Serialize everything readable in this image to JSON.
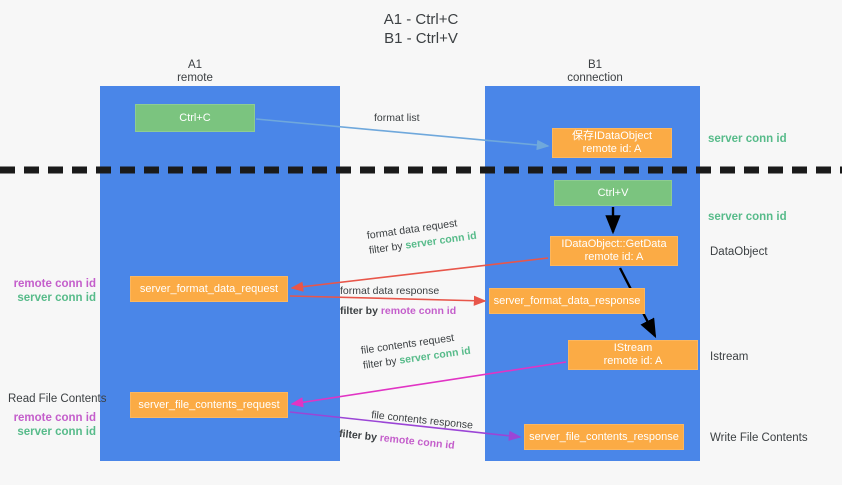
{
  "title": {
    "line1": "A1 - Ctrl+C",
    "line2": "B1 - Ctrl+V"
  },
  "columns": {
    "a1": {
      "name": "A1",
      "role": "remote"
    },
    "b1": {
      "name": "B1",
      "role": "connection"
    }
  },
  "boxes": {
    "ctrl_c": {
      "label": "Ctrl+C",
      "color": "#7bc47f"
    },
    "idataobject": {
      "line1": "保存IDataObject",
      "line2": "remote id: A",
      "color": "#fbab45"
    },
    "ctrl_v": {
      "label": "Ctrl+V",
      "color": "#7bc47f"
    },
    "getdata": {
      "line1": "IDataObject::GetData",
      "line2": "remote id: A",
      "color": "#fbab45"
    },
    "server_format_data_request": {
      "label": "server_format_data_request",
      "color": "#fbab45"
    },
    "server_format_data_response": {
      "label": "server_format_data_response",
      "color": "#fbab45"
    },
    "istream": {
      "line1": "IStream",
      "line2": "remote id: A",
      "color": "#fbab45"
    },
    "server_file_contents_request": {
      "label": "server_file_contents_request",
      "color": "#fbab45"
    },
    "server_file_contents_response": {
      "label": "server_file_contents_response",
      "color": "#fbab45"
    }
  },
  "right_labels": {
    "server_conn_id_1": "server conn id",
    "server_conn_id_2": "server conn id",
    "dataobject": "DataObject",
    "istream": "Istream",
    "write_file_contents": "Write File Contents"
  },
  "left_labels": {
    "remote_conn_id_1": "remote conn id",
    "server_conn_id_1": "server conn id",
    "read_file_contents": "Read File Contents",
    "remote_conn_id_2": "remote conn id",
    "server_conn_id_2": "server conn id"
  },
  "arrow_labels": {
    "format_list": "format list",
    "format_data_request": "format data request",
    "format_data_request_filter_prefix": "filter by ",
    "format_data_request_filter_value": "server conn id",
    "format_data_response": "format data response",
    "format_data_response_filter_prefix": "filter by ",
    "format_data_response_filter_value": "remote conn id",
    "file_contents_request": "file contents request",
    "file_contents_request_filter_prefix": "filter by ",
    "file_contents_request_filter_value": "server conn id",
    "file_contents_response": "file contents response",
    "file_contents_response_filter_prefix": "filter by ",
    "file_contents_response_filter_value": "remote conn id"
  },
  "colors": {
    "lane": "#4a86e8",
    "green": "#7bc47f",
    "orange": "#fbab45",
    "green_text": "#57bb8a",
    "magenta_text": "#c45ecb",
    "arrow_blue": "#6fa8dc",
    "arrow_red": "#e8564a",
    "arrow_magenta": "#e134c4",
    "arrow_purple": "#9b45d6",
    "arrow_black": "#000000",
    "background": "#f7f7f7"
  }
}
